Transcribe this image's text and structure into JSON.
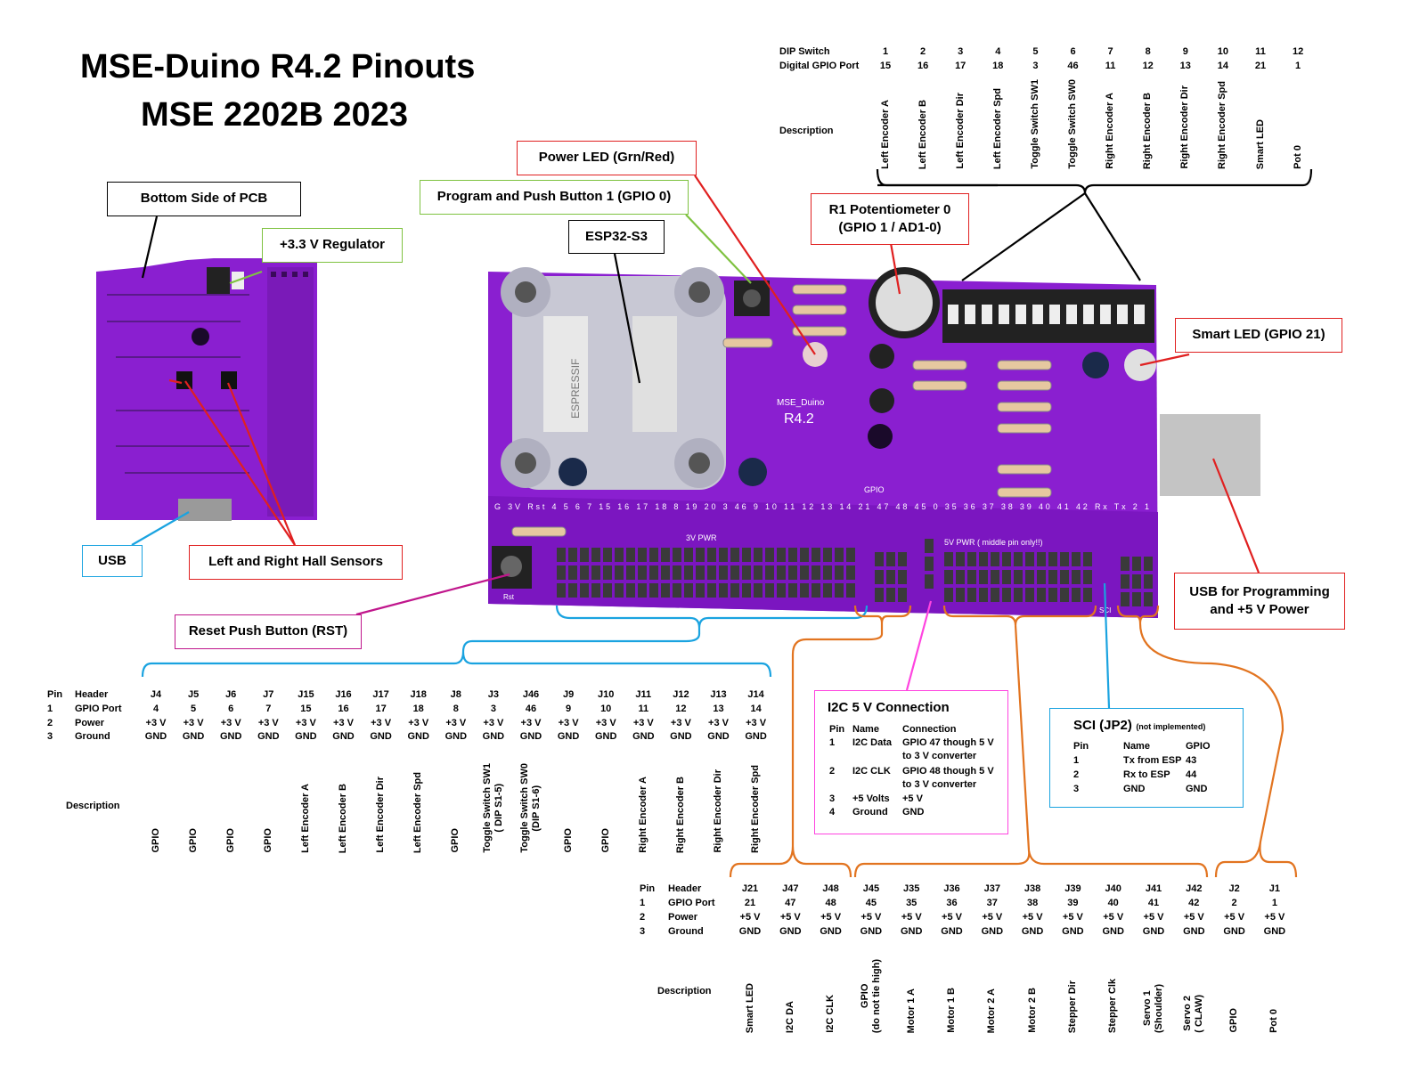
{
  "title": {
    "line1": "MSE-Duino R4.2 Pinouts",
    "line2": "MSE 2202B 2023"
  },
  "callouts": {
    "bottom_side": "Bottom Side of PCB",
    "regulator": "+3.3 V Regulator",
    "usb": "USB",
    "hall_sensors": "Left and Right Hall Sensors",
    "program_button": "Program and Push Button 1 (GPIO 0)",
    "power_led": "Power LED (Grn/Red)",
    "esp32": "ESP32-S3",
    "potentiometer_line1": "R1 Potentiometer 0",
    "potentiometer_line2": "(GPIO 1 / AD1-0)",
    "smart_led": "Smart LED (GPIO 21)",
    "usb_programming_line1": "USB for Programming",
    "usb_programming_line2": "and +5 V Power",
    "reset_button": "Reset Push Button (RST)"
  },
  "colors": {
    "pcb": "#8a1fd0",
    "callout_black": "#000000",
    "callout_green": "#7fc241",
    "callout_red": "#e02020",
    "callout_cyan": "#1aa3e0",
    "callout_magenta": "#c0168c",
    "i2c_border": "#ff44e0",
    "orange": "#e27420"
  },
  "pcb_labels": {
    "board_name": "MSE_Duino",
    "board_rev": "R4.2",
    "chip_brand": "ESPRESSIF",
    "header_row": "G  3V  Rst  4  5  6  7  15  16  17  18  8  19  20  3  46  9  10  11  12  13  14  21  47  48  45  0  35  36  37  38  39  40  41  42  Rx  Tx  2  1",
    "power_3v": "3V PWR",
    "power_5v": "5V PWR ( middle pin only!!)",
    "gpio_label": "GPIO",
    "rst_label": "Rst",
    "sci_label": "SCI"
  },
  "dip_table": {
    "row1_label": "DIP Switch",
    "row2_label": "Digital GPIO Port",
    "desc_label": "Description",
    "switches": [
      "1",
      "2",
      "3",
      "4",
      "5",
      "6",
      "7",
      "8",
      "9",
      "10",
      "11",
      "12"
    ],
    "ports": [
      "15",
      "16",
      "17",
      "18",
      "3",
      "46",
      "11",
      "12",
      "13",
      "14",
      "21",
      "1"
    ],
    "descriptions": [
      "Left Encoder A",
      "Left Encoder B",
      "Left Encoder Dir",
      "Left Encoder Spd",
      "Toggle Switch SW1",
      "Toggle Switch SW0",
      "Right Encoder A",
      "Right Encoder B",
      "Right Encoder Dir",
      "Right Encoder Spd",
      "Smart LED",
      "Pot 0"
    ]
  },
  "left_table": {
    "pin_col": [
      "Pin",
      "1",
      "2",
      "3"
    ],
    "name_col": [
      "Header",
      "GPIO Port",
      "Power",
      "Ground"
    ],
    "desc_label": "Description",
    "headers": [
      "J4",
      "J5",
      "J6",
      "J7",
      "J15",
      "J16",
      "J17",
      "J18",
      "J8",
      "J3",
      "J46",
      "J9",
      "J10",
      "J11",
      "J12",
      "J13",
      "J14"
    ],
    "ports": [
      "4",
      "5",
      "6",
      "7",
      "15",
      "16",
      "17",
      "18",
      "8",
      "3",
      "46",
      "9",
      "10",
      "11",
      "12",
      "13",
      "14"
    ],
    "power": "+3 V",
    "ground": "GND",
    "descriptions": [
      "GPIO",
      "GPIO",
      "GPIO",
      "GPIO",
      "Left Encoder A",
      "Left Encoder B",
      "Left Encoder Dir",
      "Left Encoder Spd",
      "GPIO",
      "Toggle Switch SW1\n( DIP S1-5)",
      "Toggle Switch SW0\n(DIP S1-6)",
      "GPIO",
      "GPIO",
      "Right Encoder A",
      "Right Encoder B",
      "Right Encoder Dir",
      "Right Encoder Spd"
    ]
  },
  "right_table": {
    "pin_col": [
      "Pin",
      "1",
      "2",
      "3"
    ],
    "name_col": [
      "Header",
      "GPIO Port",
      "Power",
      "Ground"
    ],
    "desc_label": "Description",
    "headers": [
      "J21",
      "J47",
      "J48",
      "J45",
      "J35",
      "J36",
      "J37",
      "J38",
      "J39",
      "J40",
      "J41",
      "J42",
      "J2",
      "J1"
    ],
    "ports": [
      "21",
      "47",
      "48",
      "45",
      "35",
      "36",
      "37",
      "38",
      "39",
      "40",
      "41",
      "42",
      "2",
      "1"
    ],
    "power": "+5 V",
    "ground": "GND",
    "descriptions": [
      "Smart LED",
      "I2C DA",
      "I2C CLK",
      "GPIO\n(do not tie high)",
      "Motor 1 A",
      "Motor 1 B",
      "Motor 2 A",
      "Motor 2 B",
      "Stepper Dir",
      "Stepper Clk",
      "Servo 1\n(Shoulder)",
      "Servo 2\n( CLAW)",
      "GPIO",
      "Pot 0"
    ]
  },
  "i2c_box": {
    "title": "I2C 5 V Connection",
    "headers": [
      "Pin",
      "Name",
      "Connection"
    ],
    "rows": [
      [
        "1",
        "I2C Data",
        "GPIO 47 though 5 V",
        "to 3 V converter"
      ],
      [
        "2",
        "I2C CLK",
        "GPIO 48 though 5 V",
        "to 3 V converter"
      ],
      [
        "3",
        "+5 Volts",
        "+5 V",
        ""
      ],
      [
        "4",
        "Ground",
        "GND",
        ""
      ]
    ]
  },
  "sci_box": {
    "title": "SCI  (JP2)",
    "note": "(not implemented)",
    "headers": [
      "Pin",
      "Name",
      "GPIO"
    ],
    "rows": [
      [
        "1",
        "Tx from ESP",
        "43"
      ],
      [
        "2",
        "Rx to ESP",
        "44"
      ],
      [
        "3",
        "GND",
        "GND"
      ]
    ]
  }
}
